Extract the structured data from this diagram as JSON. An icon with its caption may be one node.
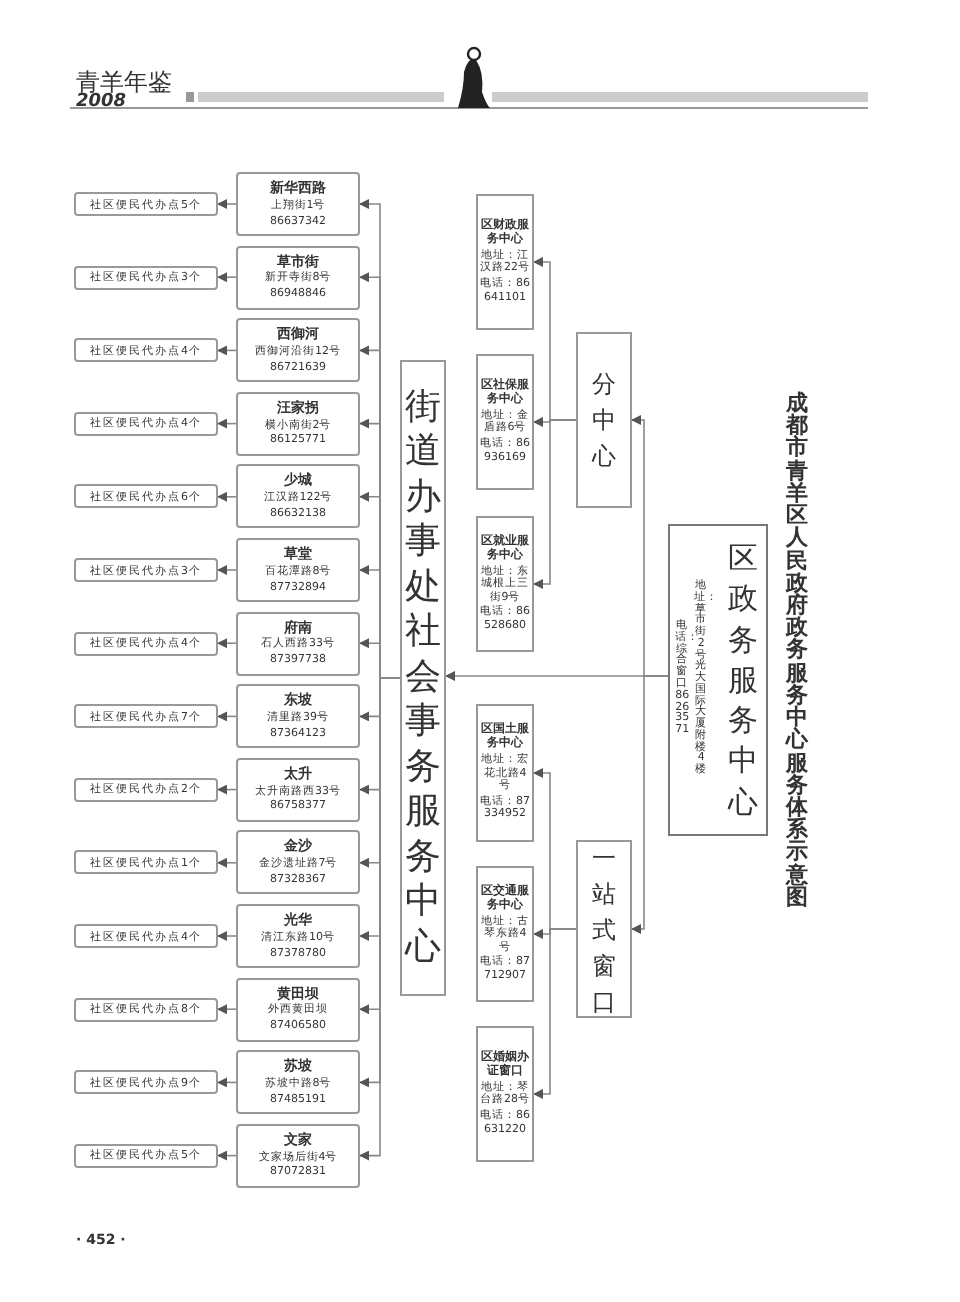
{
  "diagram": {
    "title": "成都市青羊区人民政府政务服务中心服务体系示意图",
    "nodes": [
      {
        "text": [
          "电话：综合窗口86263571",
          "地址：草市街2号光大国际大厦附楼4楼",
          "区政务服务中心"
        ]
      },
      {
        "text": [
          "分中心"
        ]
      },
      {
        "text": [
          "区财政服务中心",
          "地址：江汉路22号",
          "电话：86641101"
        ]
      },
      {
        "text": [
          "区社保服务中心",
          "地址：金盾路6号",
          "电话：86936169"
        ]
      },
      {
        "text": [
          "区就业服务中心",
          "地址：东城根上三街9号",
          "电话：86528680"
        ]
      },
      {
        "text": [
          "一站式窗口"
        ]
      },
      {
        "text": [
          "区国土服务中心",
          "地址：宏花北路4号",
          "电话：87334952"
        ]
      },
      {
        "text": [
          "区交通服务中心",
          "地址：古琴东路4号",
          "电话：87712907"
        ]
      },
      {
        "text": [
          "区婚姻办证窗口",
          "地址：琴台路28号",
          "电话：86631220"
        ]
      },
      {
        "text": [
          "街道办事处社会事务服务中心"
        ]
      },
      {
        "text": [
          "新华西路",
          "上翔街1号",
          "86637342"
        ]
      },
      {
        "text": [
          "草市街",
          "新开寺街8号",
          "86948846"
        ]
      },
      {
        "text": [
          "西御河",
          "西御河沿街12号",
          "86721639"
        ]
      },
      {
        "text": [
          "汪家拐",
          "横小南街2号",
          "86125771"
        ]
      },
      {
        "text": [
          "少城",
          "江汉路122号",
          "86632138"
        ]
      },
      {
        "text": [
          "草堂",
          "百花潭路8号",
          "87732894"
        ]
      },
      {
        "text": [
          "府南",
          "石人西路33号",
          "87397738"
        ]
      },
      {
        "text": [
          "东坡",
          "清里路39号",
          "87364123"
        ]
      },
      {
        "text": [
          "太升",
          "太升南路西33号",
          "86758377"
        ]
      },
      {
        "text": [
          "金沙",
          "金沙遗址路7号",
          "87328367"
        ]
      },
      {
        "text": [
          "光华",
          "清江东路10号",
          "87378780"
        ]
      },
      {
        "text": [
          "黄田坝",
          "外西黄田坝",
          "87406580"
        ]
      },
      {
        "text": [
          "苏坡",
          "苏坡中路8号",
          "87485191"
        ]
      },
      {
        "text": [
          "文家",
          "文家场后街4号",
          "87072831"
        ]
      },
      {
        "text": [
          "社区便民代办点5个"
        ]
      },
      {
        "text": [
          "社区便民代办点3个"
        ]
      },
      {
        "text": [
          "社区便民代办点4个"
        ]
      },
      {
        "text": [
          "社区便民代办点4个"
        ]
      },
      {
        "text": [
          "社区便民代办点6个"
        ]
      },
      {
        "text": [
          "社区便民代办点3个"
        ]
      },
      {
        "text": [
          "社区便民代办点4个"
        ]
      },
      {
        "text": [
          "社区便民代办点7个"
        ]
      },
      {
        "text": [
          "社区便民代办点2个"
        ]
      },
      {
        "text": [
          "社区便民代办点1个"
        ]
      },
      {
        "text": [
          "社区便民代办点4个"
        ]
      },
      {
        "text": [
          "社区便民代办点8个"
        ]
      },
      {
        "text": [
          "社区便民代办点9个"
        ]
      },
      {
        "text": [
          "社区便民代办点5个"
        ]
      }
    ],
    "edges": [
      {
        "from": 0,
        "to": 1,
        "arrow": "to"
      },
      {
        "from": 0,
        "to": 5,
        "arrow": "to"
      },
      {
        "from": 0,
        "to": 9,
        "arrow": "to"
      },
      {
        "from": 1,
        "to": 2,
        "arrow": "to"
      },
      {
        "from": 1,
        "to": 3,
        "arrow": "to"
      },
      {
        "from": 1,
        "to": 4,
        "arrow": "to"
      },
      {
        "from": 5,
        "to": 6,
        "arrow": "to"
      },
      {
        "from": 5,
        "to": 7,
        "arrow": "to"
      },
      {
        "from": 5,
        "to": 8,
        "arrow": "to"
      },
      {
        "from": 9,
        "to": 10,
        "arrow": "to"
      },
      {
        "from": 9,
        "to": 11,
        "arrow": "to"
      },
      {
        "from": 9,
        "to": 12,
        "arrow": "to"
      },
      {
        "from": 9,
        "to": 13,
        "arrow": "to"
      },
      {
        "from": 9,
        "to": 14,
        "arrow": "to"
      },
      {
        "from": 9,
        "to": 15,
        "arrow": "to"
      },
      {
        "from": 9,
        "to": 16,
        "arrow": "to"
      },
      {
        "from": 9,
        "to": 17,
        "arrow": "to"
      },
      {
        "from": 9,
        "to": 18,
        "arrow": "to"
      },
      {
        "from": 9,
        "to": 19,
        "arrow": "to"
      },
      {
        "from": 9,
        "to": 20,
        "arrow": "to"
      },
      {
        "from": 9,
        "to": 21,
        "arrow": "to"
      },
      {
        "from": 9,
        "to": 22,
        "arrow": "to"
      },
      {
        "from": 9,
        "to": 23,
        "arrow": "to"
      },
      {
        "from": 10,
        "to": 24,
        "arrow": "to"
      },
      {
        "from": 11,
        "to": 25,
        "arrow": "to"
      },
      {
        "from": 12,
        "to": 26,
        "arrow": "to"
      },
      {
        "from": 13,
        "to": 27,
        "arrow": "to"
      },
      {
        "from": 14,
        "to": 28,
        "arrow": "to"
      },
      {
        "from": 15,
        "to": 29,
        "arrow": "to"
      },
      {
        "from": 16,
        "to": 30,
        "arrow": "to"
      },
      {
        "from": 17,
        "to": 31,
        "arrow": "to"
      },
      {
        "from": 18,
        "to": 32,
        "arrow": "to"
      },
      {
        "from": 19,
        "to": 33,
        "arrow": "to"
      },
      {
        "from": 20,
        "to": 34,
        "arrow": "to"
      },
      {
        "from": 21,
        "to": 35,
        "arrow": "to"
      },
      {
        "from": 22,
        "to": 36,
        "arrow": "to"
      },
      {
        "from": 23,
        "to": 37,
        "arrow": "to"
      }
    ],
    "labels": [
      "青羊年鉴",
      "2008",
      "· 452 ·"
    ]
  }
}
